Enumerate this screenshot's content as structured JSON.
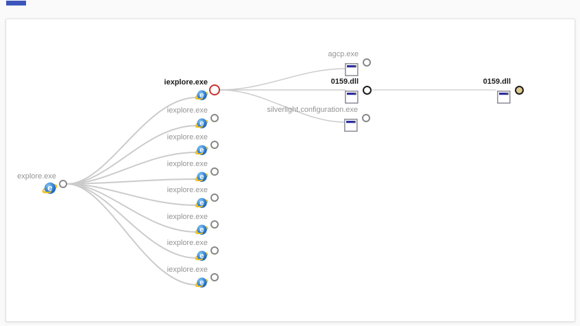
{
  "window": {
    "page_bg": "#fafafa",
    "panel_bg": "#ffffff",
    "panel_border": "#e2e2e2",
    "fragment_color": "#3b55bb"
  },
  "colors": {
    "edge": "#cbcbcb",
    "label_gray": "#949494",
    "label_black": "#1b1b1b",
    "ring_gray": "#878787",
    "ring_selected_red": "#c92f2f",
    "ring_black": "#1b1b1b",
    "terminal_node_fill": "#dfca8e",
    "window_icon_titlebar": "#2b2ba6",
    "window_icon_border": "#8a8a96",
    "ie_icon_blue": "#3182d6",
    "ie_icon_yellow": "#f2c21a"
  },
  "graph": {
    "type": "process-tree",
    "nodes": [
      {
        "id": "root",
        "label": "explore.exe",
        "kind": "process-ie",
        "state": "normal"
      },
      {
        "id": "child-1",
        "label": "iexplore.exe",
        "kind": "process-ie",
        "state": "selected"
      },
      {
        "id": "child-2",
        "label": "iexplore.exe",
        "kind": "process-ie",
        "state": "normal"
      },
      {
        "id": "child-3",
        "label": "iexplore.exe",
        "kind": "process-ie",
        "state": "normal"
      },
      {
        "id": "child-4",
        "label": "iexplore.exe",
        "kind": "process-ie",
        "state": "normal"
      },
      {
        "id": "child-5",
        "label": "iexplore.exe",
        "kind": "process-ie",
        "state": "normal"
      },
      {
        "id": "child-6",
        "label": "iexplore.exe",
        "kind": "process-ie",
        "state": "normal"
      },
      {
        "id": "child-7",
        "label": "iexplore.exe",
        "kind": "process-ie",
        "state": "normal"
      },
      {
        "id": "child-8",
        "label": "iexplore.exe",
        "kind": "process-ie",
        "state": "normal"
      },
      {
        "id": "agcp",
        "label": "agcp.exe",
        "kind": "module-window",
        "state": "normal"
      },
      {
        "id": "dll-mid",
        "label": "0159.dll",
        "kind": "module-window",
        "state": "highlighted"
      },
      {
        "id": "silverlight",
        "label": "silverlight.configuration.exe",
        "kind": "module-window",
        "state": "normal"
      },
      {
        "id": "dll-right",
        "label": "0159.dll",
        "kind": "module-window",
        "state": "terminal"
      }
    ],
    "edges": [
      {
        "from": "root",
        "to": "child-1"
      },
      {
        "from": "root",
        "to": "child-2"
      },
      {
        "from": "root",
        "to": "child-3"
      },
      {
        "from": "root",
        "to": "child-4"
      },
      {
        "from": "root",
        "to": "child-5"
      },
      {
        "from": "root",
        "to": "child-6"
      },
      {
        "from": "root",
        "to": "child-7"
      },
      {
        "from": "root",
        "to": "child-8"
      },
      {
        "from": "child-1",
        "to": "agcp"
      },
      {
        "from": "child-1",
        "to": "dll-mid"
      },
      {
        "from": "child-1",
        "to": "silverlight"
      },
      {
        "from": "dll-mid",
        "to": "dll-right"
      }
    ]
  }
}
